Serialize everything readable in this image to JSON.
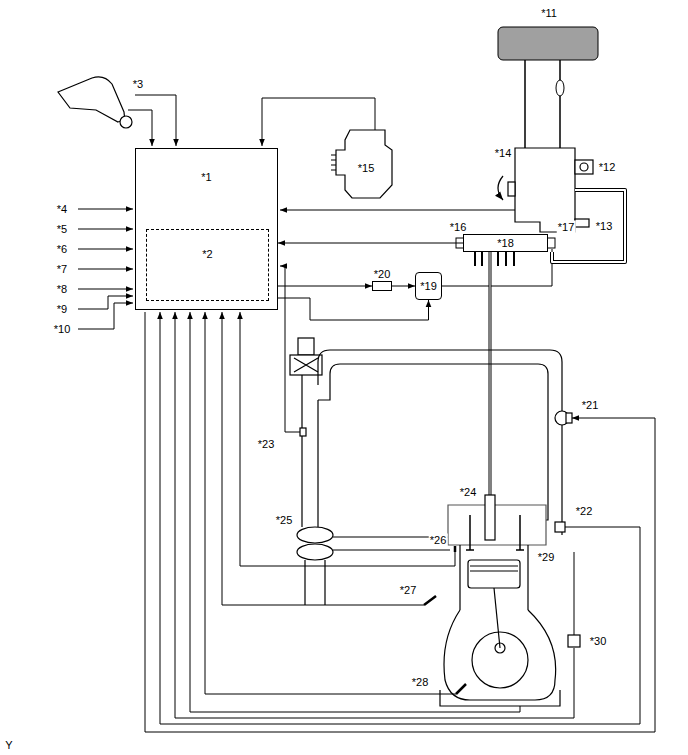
{
  "diagram": {
    "nodes": [
      {
        "text": [
          "*1"
        ]
      },
      {
        "text": [
          "*2"
        ],
        "in": 0
      },
      {
        "text": [
          "*18"
        ]
      },
      {
        "text": [
          "*20"
        ]
      },
      {
        "text": [
          "*19"
        ]
      }
    ],
    "edges": [
      {
        "from": 2,
        "to": 0,
        "arrow": "to"
      },
      {
        "from": 0,
        "to": 3,
        "arrow": "to"
      },
      {
        "from": 3,
        "to": 4,
        "arrow": "to"
      },
      {
        "from": 0,
        "to": 4,
        "arrow": "to"
      }
    ],
    "labels": [
      "*11",
      "*3",
      "*14",
      "*12",
      "*15",
      "*4",
      "*5",
      "*13",
      "*16",
      "*17",
      "*6",
      "*7",
      "*8",
      "*9",
      "*10",
      "*21",
      "*23",
      "*24",
      "*22",
      "*25",
      "*26",
      "*29",
      "*27",
      "*30",
      "*28",
      "Y"
    ]
  }
}
